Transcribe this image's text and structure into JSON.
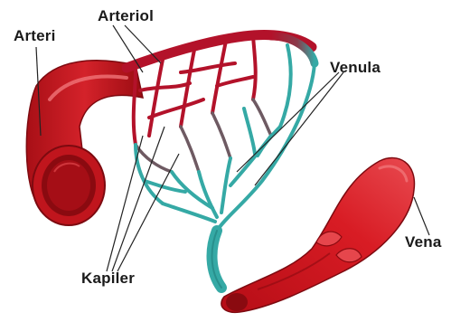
{
  "labels": {
    "arteri": "Arteri",
    "arteriol": "Arteriol",
    "venula": "Venula",
    "kapiler": "Kapiler",
    "vena": "Vena"
  },
  "colors": {
    "artery_dark": "#8b0b12",
    "artery": "#c2121c",
    "artery_light": "#e8464b",
    "capillary_red": "#b3122a",
    "capillary_mix": "#6e5a62",
    "venous_teal": "#35a9a5",
    "venous_teal_dark": "#1f7f7c",
    "vein": "#c8101a",
    "vein_dark": "#8a0a10",
    "leader_line": "#222222"
  }
}
